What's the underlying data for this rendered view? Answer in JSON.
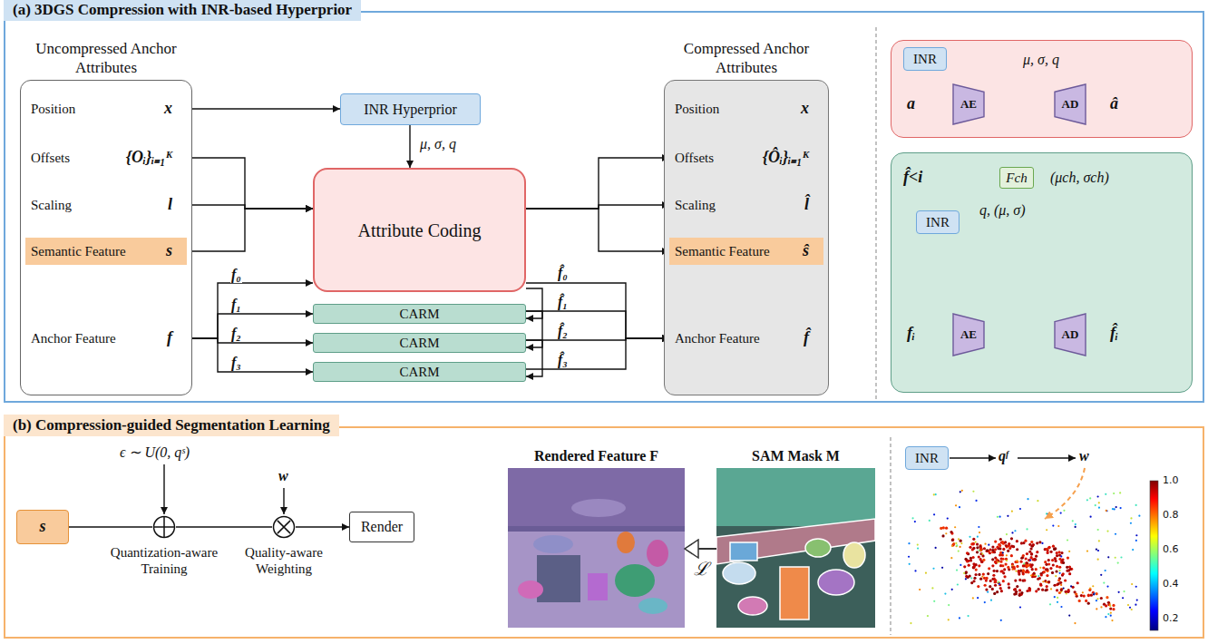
{
  "diagram": {
    "nodes": [
      {
        "text": [
          "(a) 3DGS Compression with INR-based Hyperprior"
        ]
      },
      {
        "text": [
          "Uncompressed Anchor Attributes"
        ],
        "in": 0
      },
      {
        "text": [
          "Position",
          "x"
        ],
        "in": 1
      },
      {
        "text": [
          "Offsets",
          "{Oᵢ}ᵢ₌₁ᴷ"
        ],
        "in": 1
      },
      {
        "text": [
          "Scaling",
          "l"
        ],
        "in": 1
      },
      {
        "text": [
          "Semantic Feature",
          "s"
        ],
        "in": 1
      },
      {
        "text": [
          "Anchor Feature",
          "f"
        ],
        "in": 1
      },
      {
        "text": [
          "INR Hyperprior"
        ],
        "in": 0
      },
      {
        "text": [
          "Attribute Coding"
        ],
        "in": 0
      },
      {
        "text": [
          "CARM"
        ],
        "in": 0
      },
      {
        "text": [
          "CARM"
        ],
        "in": 0
      },
      {
        "text": [
          "CARM"
        ],
        "in": 0
      },
      {
        "text": [
          "Compressed Anchor Attributes"
        ],
        "in": 0
      },
      {
        "text": [
          "Position",
          "x"
        ],
        "in": 12
      },
      {
        "text": [
          "Offsets",
          "{Ôᵢ}ᵢ₌₁ᴷ"
        ],
        "in": 12
      },
      {
        "text": [
          "Scaling",
          "l̂"
        ],
        "in": 12
      },
      {
        "text": [
          "Semantic Feature",
          "ŝ"
        ],
        "in": 12
      },
      {
        "text": [
          "Anchor Feature",
          "f̂"
        ],
        "in": 12
      },
      {
        "text": [
          "μ, σ, q",
          "a",
          "â"
        ],
        "in": 0
      },
      {
        "text": [
          "INR"
        ],
        "in": 18
      },
      {
        "text": [
          "AE"
        ],
        "in": 18
      },
      {
        "text": [
          "AD"
        ],
        "in": 18
      },
      {
        "text": [
          "f̂<i",
          "(μch, σch)",
          "q, (μ, σ)",
          "fᵢ",
          "f̂ᵢ"
        ],
        "in": 0
      },
      {
        "text": [
          "Fch"
        ],
        "in": 22
      },
      {
        "text": [
          "INR"
        ],
        "in": 22
      },
      {
        "text": [
          "AE"
        ],
        "in": 22
      },
      {
        "text": [
          "AD"
        ],
        "in": 22
      },
      {
        "text": [
          "(b) Compression-guided Segmentation Learning"
        ]
      },
      {
        "text": [
          "s"
        ],
        "in": 27
      },
      {
        "text": [
          "Quantization-aware Training"
        ],
        "in": 27
      },
      {
        "text": [
          "Quality-aware Weighting"
        ],
        "in": 27
      },
      {
        "text": [
          "Render"
        ],
        "in": 27
      },
      {
        "text": [
          "Rendered Feature F"
        ],
        "in": 27
      },
      {
        "text": [
          "SAM Mask M"
        ],
        "in": 27
      },
      {
        "text": [
          "INR"
        ],
        "in": 27
      }
    ],
    "edges": [
      {
        "from": 2,
        "to": 7,
        "arrow": "to"
      },
      {
        "from": 7,
        "to": 8,
        "arrow": "to",
        "label": "μ, σ, q"
      },
      {
        "from": 3,
        "to": 8,
        "arrow": "to"
      },
      {
        "from": 4,
        "to": 8,
        "arrow": "to"
      },
      {
        "from": 5,
        "to": 8,
        "arrow": "to"
      },
      {
        "from": 6,
        "to": 8,
        "arrow": "to",
        "label": "f₀"
      },
      {
        "from": 6,
        "to": 9,
        "arrow": "to",
        "label": "f₁"
      },
      {
        "from": 6,
        "to": 10,
        "arrow": "to",
        "label": "f₂"
      },
      {
        "from": 6,
        "to": 11,
        "arrow": "to",
        "label": "f₃"
      },
      {
        "from": 8,
        "to": 17,
        "arrow": "to",
        "label": "f̂₀"
      },
      {
        "from": 9,
        "to": 17,
        "arrow": "to",
        "label": "f̂₁"
      },
      {
        "from": 10,
        "to": 17,
        "arrow": "to",
        "label": "f̂₂"
      },
      {
        "from": 11,
        "to": 17,
        "arrow": "to",
        "label": "f̂₃"
      },
      {
        "from": 8,
        "to": 9,
        "arrow": "to"
      },
      {
        "from": 9,
        "to": 10,
        "arrow": "to"
      },
      {
        "from": 10,
        "to": 11,
        "arrow": "to"
      },
      {
        "from": 8,
        "to": 14,
        "arrow": "to"
      },
      {
        "from": 8,
        "to": 15,
        "arrow": "to"
      },
      {
        "from": 8,
        "to": 16,
        "arrow": "to"
      },
      {
        "from": 19,
        "to": 20,
        "arrow": "none"
      },
      {
        "from": 19,
        "to": 21,
        "arrow": "none"
      },
      {
        "from": 24,
        "to": 25,
        "arrow": "none"
      },
      {
        "from": 24,
        "to": 26,
        "arrow": "none"
      },
      {
        "from": 28,
        "to": 29,
        "arrow": "none"
      },
      {
        "from": 29,
        "to": 30,
        "arrow": "none"
      },
      {
        "from": 30,
        "to": 31,
        "arrow": "to"
      },
      {
        "from": 33,
        "to": 32,
        "arrow": "to",
        "label": "ℒ"
      }
    ],
    "labels": [
      "ϵ ∼ U(0, qˢ)",
      "w",
      "qᶠ",
      "w",
      "1.0",
      "0.8",
      "0.6",
      "0.4",
      "0.2"
    ]
  }
}
